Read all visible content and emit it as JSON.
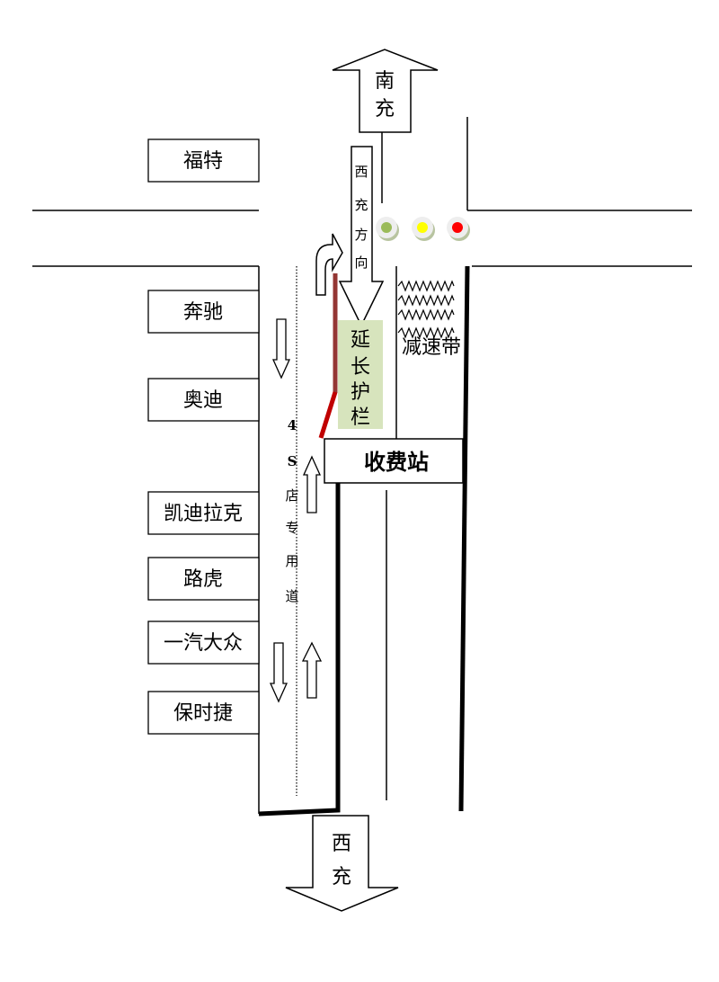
{
  "north_label": [
    "南",
    "充"
  ],
  "south_label": [
    "西",
    "充"
  ],
  "direction_label": [
    "西",
    "充",
    "方",
    "向"
  ],
  "guardrail_label": [
    "延",
    "长",
    "护",
    "栏"
  ],
  "speed_bump_label": "减速带",
  "toll_label": "收费站",
  "lane_label": [
    "4",
    "S",
    "店",
    "专",
    "用",
    "道"
  ],
  "brands": [
    "福特",
    "奔驰",
    "奥迪",
    "凯迪拉克",
    "路虎",
    "一汽大众",
    "保时捷"
  ],
  "colors": {
    "light_green": "#9bbb59",
    "light_yellow": "#ffff00",
    "light_red": "#ff0000",
    "guardrail": "#943634",
    "guardrail_new": "#c00000",
    "green_box": "#d7e4bd"
  }
}
